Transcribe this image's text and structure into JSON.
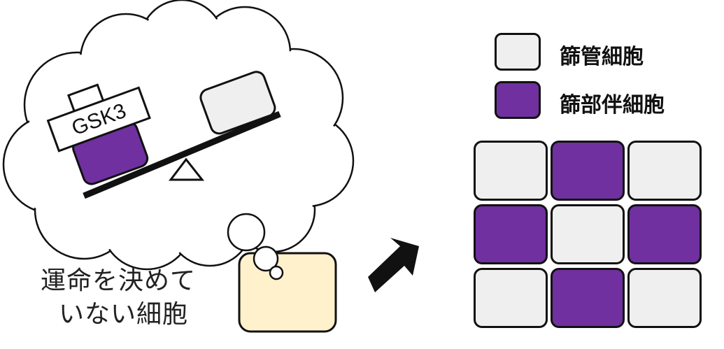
{
  "thought": {
    "protein_label": "GSK3"
  },
  "undetermined_cell": {
    "label_line1": "運命を決めて",
    "label_line2": "いない細胞",
    "color": "#FFF1CC"
  },
  "legend": [
    {
      "label": "篩管細胞",
      "color": "#EFEFEF"
    },
    {
      "label": "篩部伴細胞",
      "color": "#7030A0"
    }
  ],
  "grid": {
    "rows": [
      [
        "sieve",
        "companion",
        "sieve"
      ],
      [
        "companion",
        "sieve",
        "companion"
      ],
      [
        "sieve",
        "companion",
        "sieve"
      ]
    ]
  },
  "colors": {
    "sieve": "#EFEFEF",
    "companion": "#7030A0",
    "outline": "#111111"
  }
}
